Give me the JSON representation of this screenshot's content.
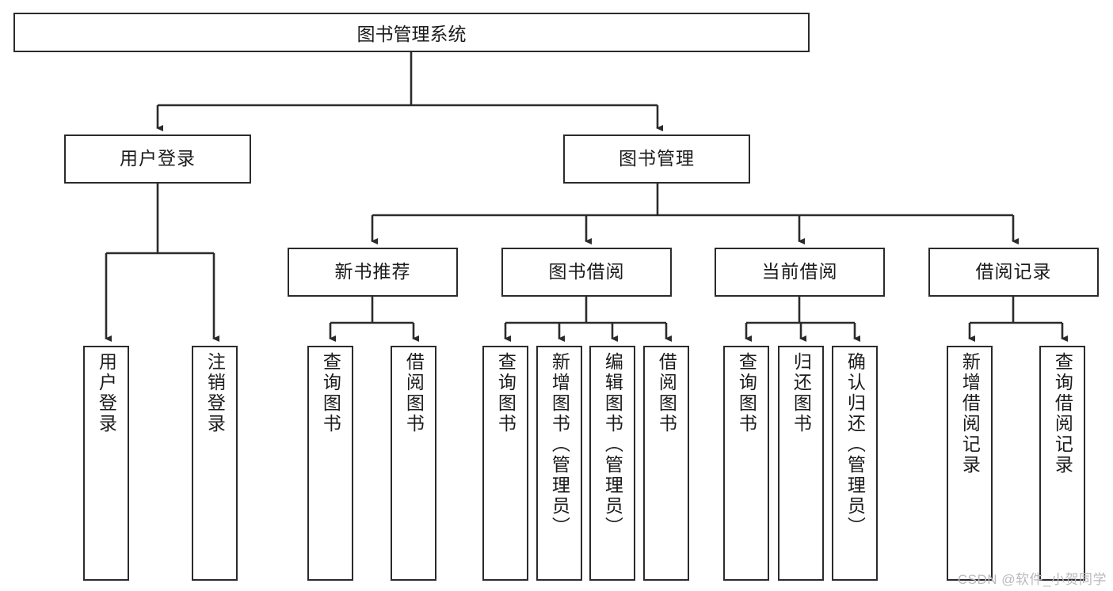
{
  "diagram": {
    "title": "图书管理系统",
    "type": "tree-hierarchy",
    "root": {
      "label": "图书管理系统"
    },
    "level2": [
      {
        "label": "用户登录"
      },
      {
        "label": "图书管理"
      }
    ],
    "level3": [
      {
        "label": "新书推荐"
      },
      {
        "label": "图书借阅"
      },
      {
        "label": "当前借阅"
      },
      {
        "label": "借阅记录"
      }
    ],
    "leaves": [
      {
        "label": "用户登录",
        "parent": "用户登录"
      },
      {
        "label": "注销登录",
        "parent": "用户登录"
      },
      {
        "label": "查询图书",
        "parent": "新书推荐"
      },
      {
        "label": "借阅图书",
        "parent": "新书推荐"
      },
      {
        "label": "查询图书",
        "parent": "图书借阅"
      },
      {
        "label": "新增图书（管理员）",
        "parent": "图书借阅"
      },
      {
        "label": "编辑图书（管理员）",
        "parent": "图书借阅"
      },
      {
        "label": "借阅图书",
        "parent": "图书借阅"
      },
      {
        "label": "查询图书",
        "parent": "当前借阅"
      },
      {
        "label": "归还图书",
        "parent": "当前借阅"
      },
      {
        "label": "确认归还（管理员）",
        "parent": "当前借阅"
      },
      {
        "label": "新增借阅记录",
        "parent": "借阅记录"
      },
      {
        "label": "查询借阅记录",
        "parent": "借阅记录"
      }
    ],
    "colors": {
      "stroke": "#2b2b2b",
      "fill": "#ffffff",
      "text": "#1b1b1b",
      "watermark": "#b9b9b9"
    }
  },
  "watermark": {
    "text": "CSDN @软件_小贺同学"
  }
}
